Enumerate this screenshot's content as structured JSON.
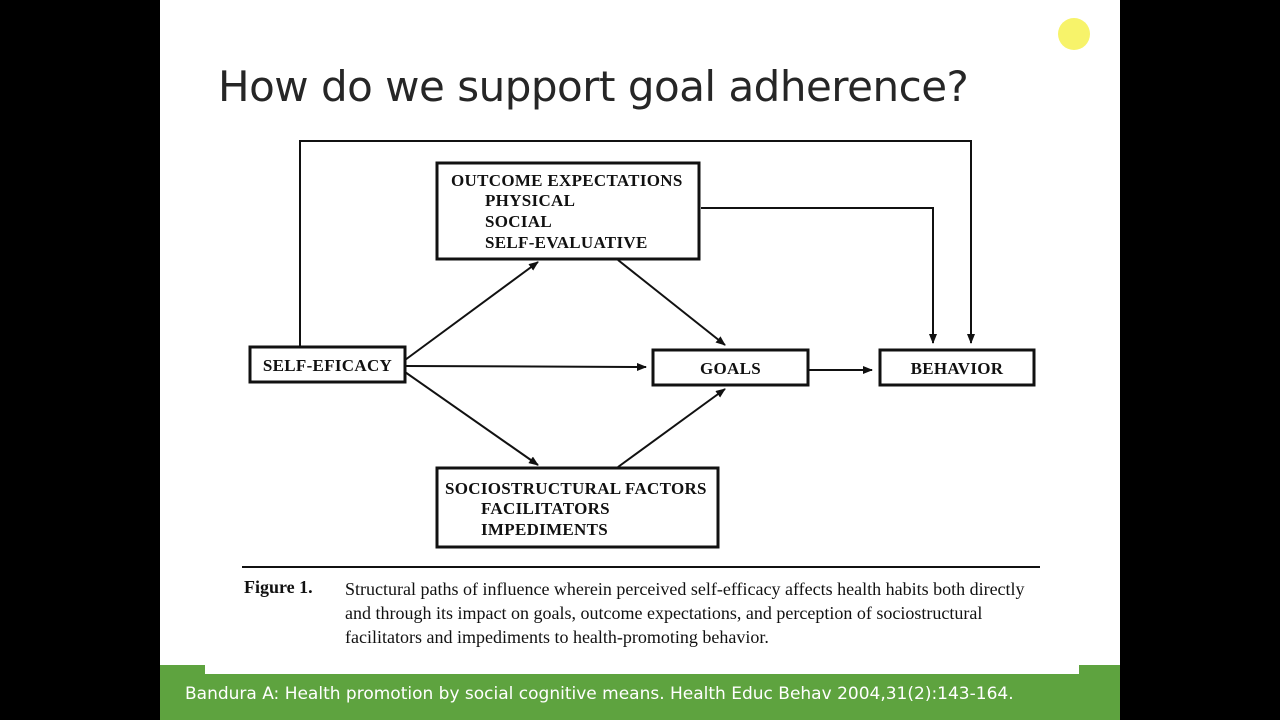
{
  "slide": {
    "title": "How do we support goal adherence?",
    "accent_color": "#5ea33f",
    "pointer_color": "#f7f36a"
  },
  "diagram": {
    "nodes": {
      "outcome_expectations": {
        "heading": "OUTCOME EXPECTATIONS",
        "items": [
          "PHYSICAL",
          "SOCIAL",
          "SELF-EVALUATIVE"
        ]
      },
      "self_efficacy": {
        "label": "SELF-EFICACY"
      },
      "goals": {
        "label": "GOALS"
      },
      "behavior": {
        "label": "BEHAVIOR"
      },
      "sociostructural_factors": {
        "heading": "SOCIOSTRUCTURAL FACTORS",
        "items": [
          "FACILITATORS",
          "IMPEDIMENTS"
        ]
      }
    },
    "edges": [
      {
        "from": "self_efficacy",
        "to": "outcome_expectations"
      },
      {
        "from": "self_efficacy",
        "to": "goals"
      },
      {
        "from": "self_efficacy",
        "to": "sociostructural_factors"
      },
      {
        "from": "self_efficacy",
        "to": "behavior"
      },
      {
        "from": "outcome_expectations",
        "to": "goals"
      },
      {
        "from": "outcome_expectations",
        "to": "behavior"
      },
      {
        "from": "sociostructural_factors",
        "to": "goals"
      },
      {
        "from": "goals",
        "to": "behavior"
      }
    ]
  },
  "figure": {
    "label": "Figure 1.",
    "caption": "Structural paths of influence wherein perceived self-efficacy affects health habits both directly and through its impact on goals, outcome expectations, and perception of sociostructural facilitators and impediments to health-promoting behavior."
  },
  "citation": "Bandura A: Health promotion by social cognitive means. Health Educ Behav 2004,31(2):143-164."
}
